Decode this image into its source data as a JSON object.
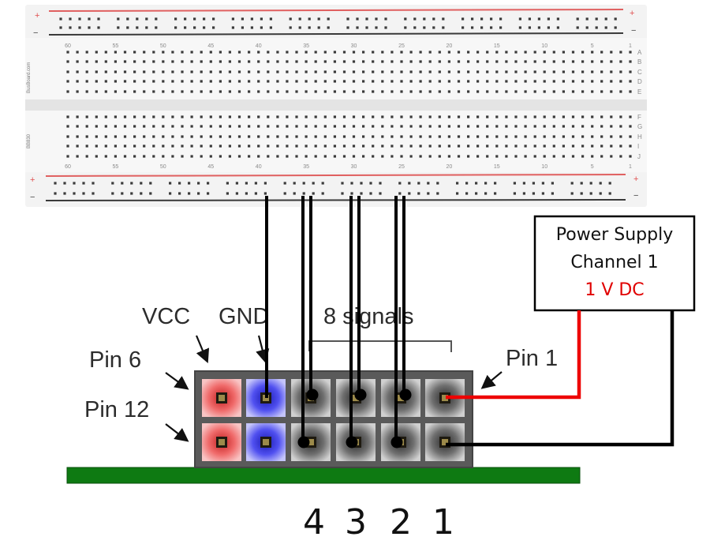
{
  "breadboard": {
    "column_labels_top": [
      "60",
      "55",
      "50",
      "45",
      "40",
      "35",
      "30",
      "25",
      "20",
      "15",
      "10",
      "5",
      "1"
    ],
    "column_labels_bottom": [
      "60",
      "55",
      "50",
      "45",
      "40",
      "35",
      "30",
      "25",
      "20",
      "15",
      "10",
      "5",
      "1"
    ],
    "row_letters_top": [
      "A",
      "B",
      "C",
      "D",
      "E"
    ],
    "row_letters_bottom": [
      "F",
      "G",
      "H",
      "I",
      "J"
    ],
    "rail_plus": "+",
    "rail_minus": "−",
    "brand_top": "BusBoard.com",
    "brand_bottom": "BB830",
    "columns": 60,
    "colors": {
      "rail_red": "#e05050",
      "rail_black": "#333333",
      "body": "#f1f1f1",
      "hole": "#3a3a3a"
    }
  },
  "connector": {
    "labels": {
      "vcc": "VCC",
      "gnd": "GND",
      "signals": "8 signals",
      "pin6": "Pin 6",
      "pin12": "Pin 12",
      "pin1": "Pin 1"
    },
    "pin_colors": [
      "#f07070",
      "#5b5bf0",
      "#9a9a9a",
      "#9a9a9a",
      "#9a9a9a",
      "#9a9a9a"
    ],
    "channel_numbers": [
      "4",
      "3",
      "2",
      "1"
    ],
    "pcb_color": "#0e7a12"
  },
  "power_supply": {
    "line1": "Power Supply",
    "line2": "Channel 1",
    "voltage": "1 V DC",
    "voltage_color": "#e00000"
  },
  "wires": {
    "signal_color": "#000000",
    "supply_positive_color": "#ee0000",
    "supply_negative_color": "#000000"
  }
}
